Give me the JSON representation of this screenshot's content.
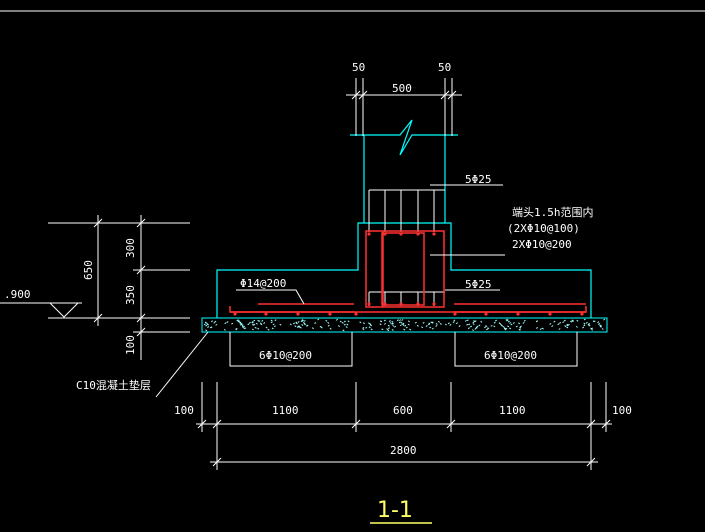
{
  "colors": {
    "background": "#000000",
    "outline": "#00ffff",
    "rebar": "#ff3030",
    "dimension": "#ffffff",
    "hatch": "#00ffff",
    "title": "#ffff66"
  },
  "top_dims": {
    "left": "50",
    "middle": "500",
    "right": "50"
  },
  "left_dims": {
    "total": "650",
    "upper": "300",
    "lower": "350",
    "pad": "100"
  },
  "elevation": ".900",
  "rebar_labels": {
    "column_vertical": "5Φ25",
    "beam_bottom": "5Φ25",
    "stirrup_note_1": "端头1.5h范围内",
    "stirrup_note_2": "(2XΦ10@100)",
    "stirrup_note_3": "2XΦ10@200",
    "slab_top": "Φ14@200",
    "bottom_left": "6Φ10@200",
    "bottom_right": "6Φ10@200"
  },
  "pad_label": "C10混凝土垫层",
  "bottom_dims": [
    "100",
    "1100",
    "600",
    "1100",
    "100"
  ],
  "overall_dim": "2800",
  "section_title": "1-1"
}
